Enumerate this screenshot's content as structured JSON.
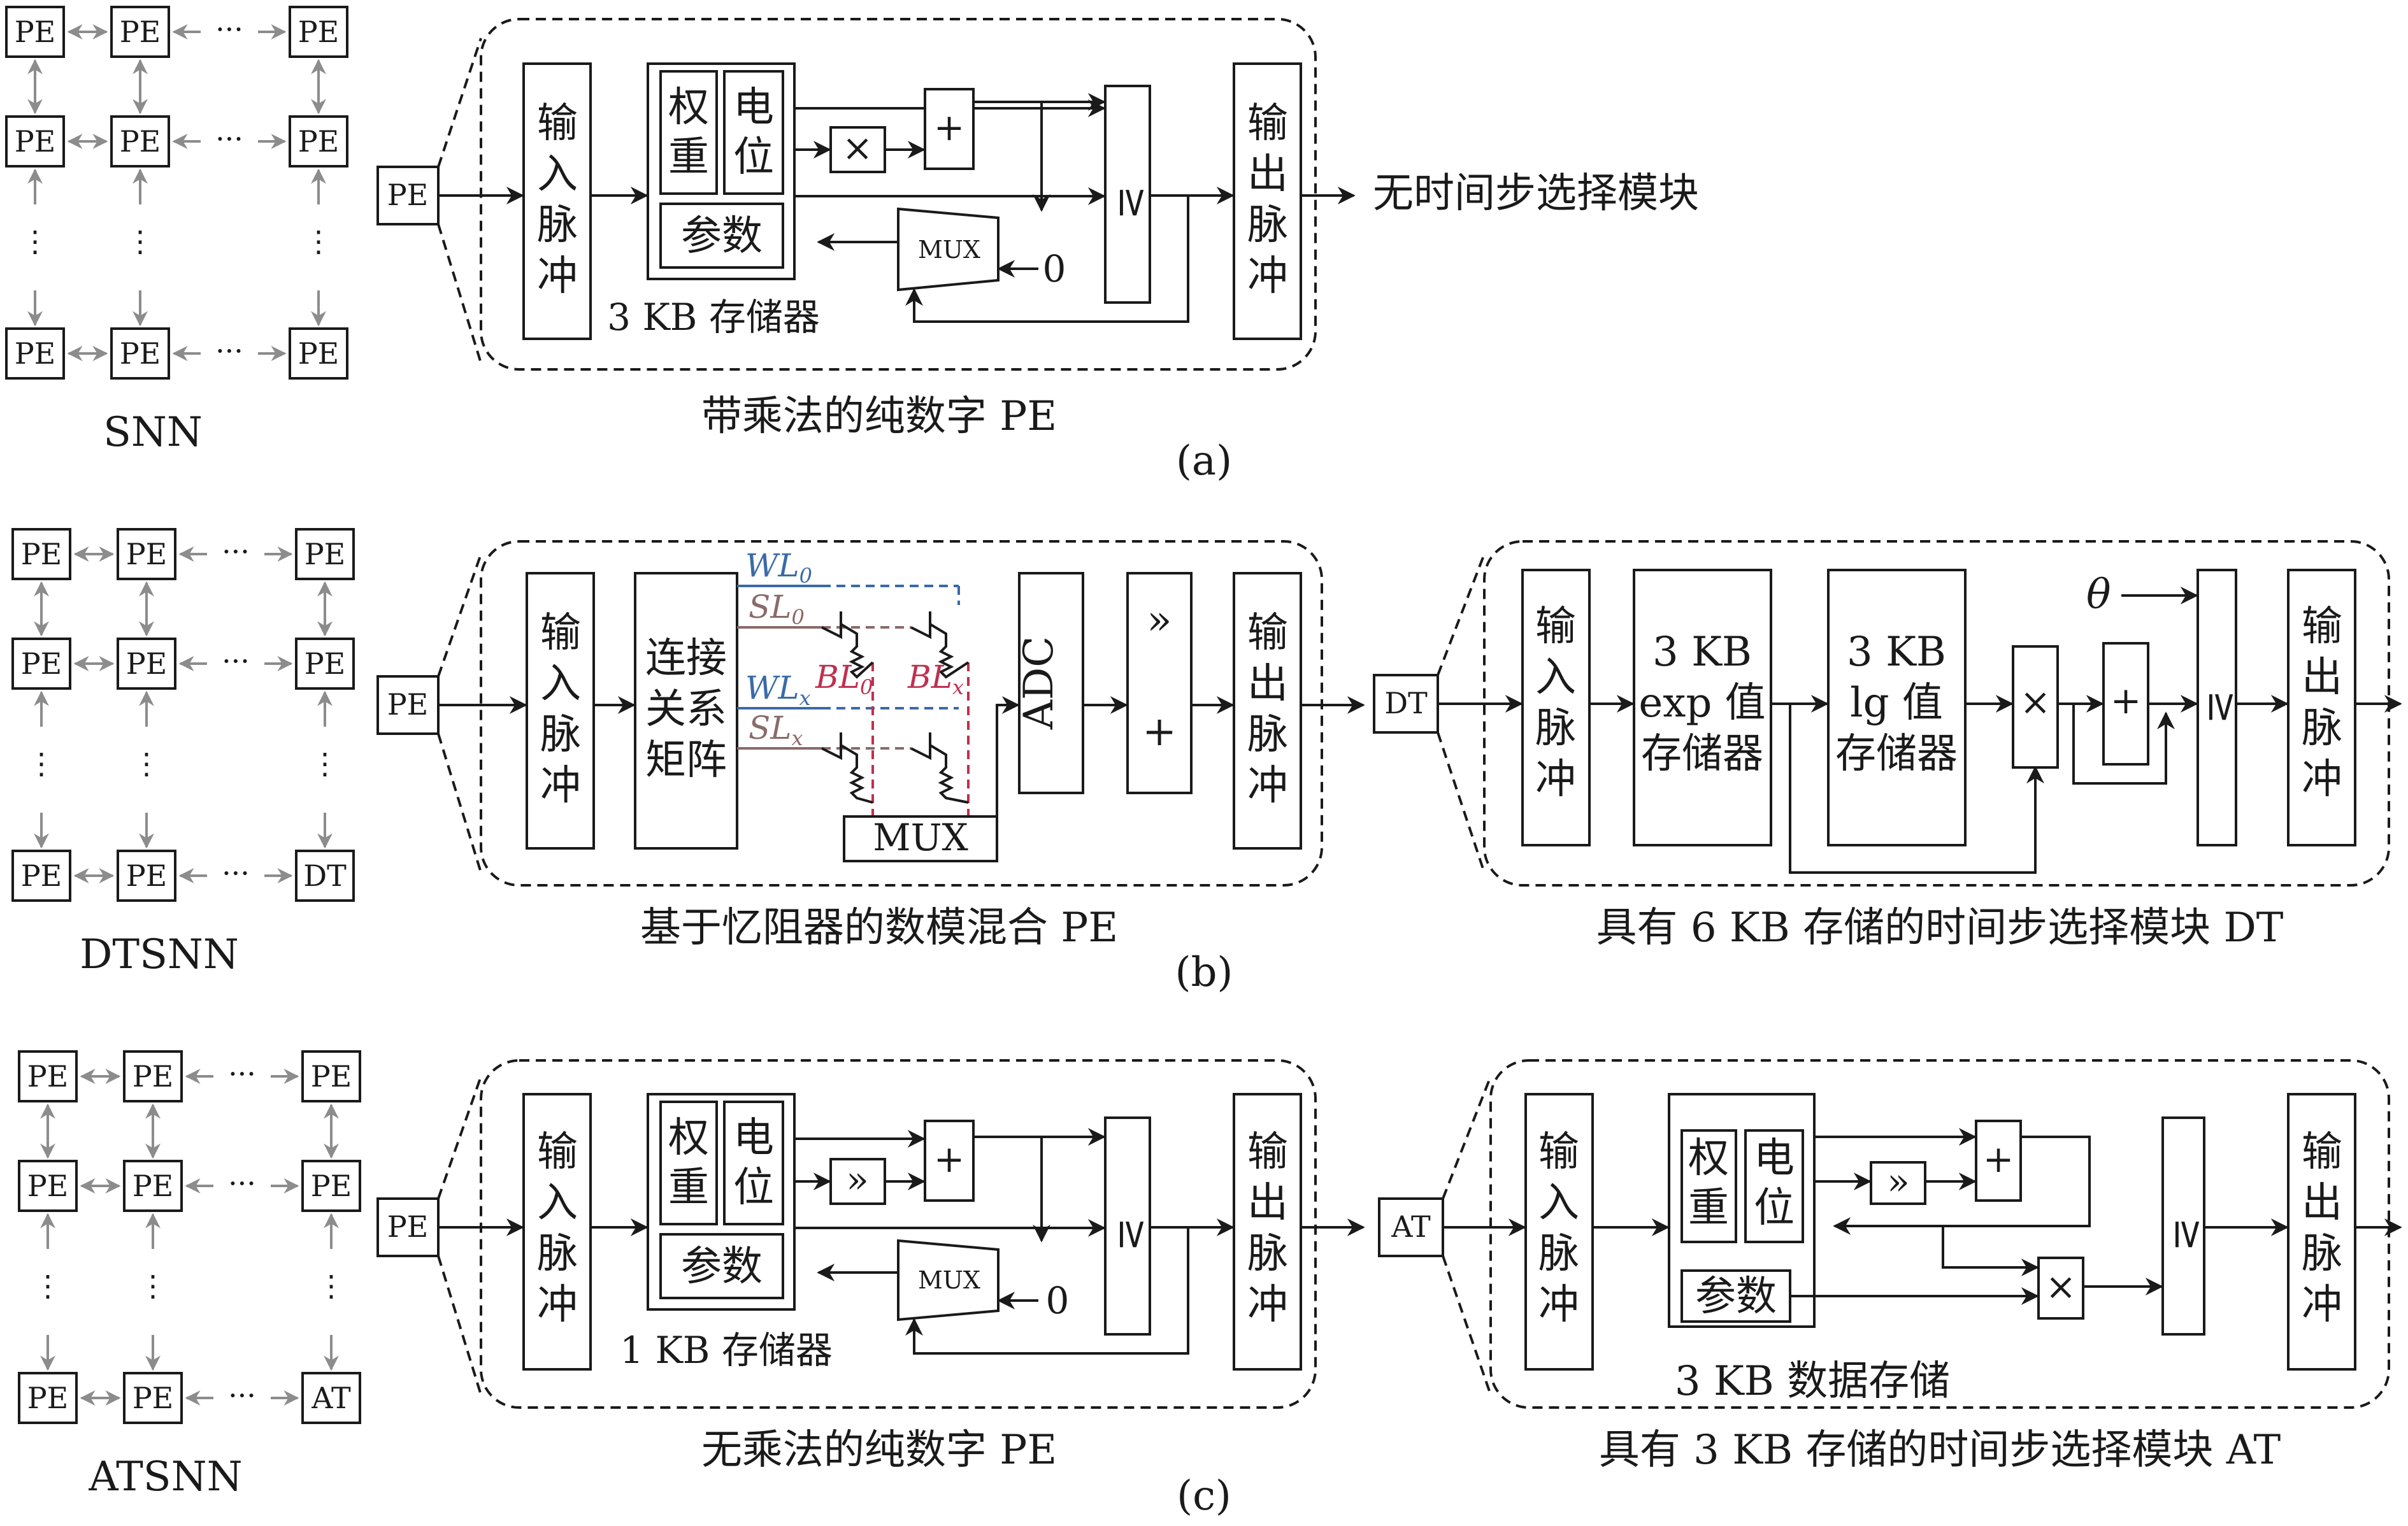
{
  "grid_labels": {
    "pe": "PE",
    "dt": "DT",
    "at": "AT",
    "ellipsis_h": "···",
    "ellipsis_v": "⋮"
  },
  "captions": {
    "snn": "SNN",
    "dtsnn": "DTSNN",
    "atsnn": "ATSNN",
    "a": "(a)",
    "b": "(b)",
    "c": "(c)",
    "pe_a": "带乘法的纯数字 PE",
    "pe_b": "基于忆阻器的数模混合 PE",
    "pe_c": "无乘法的纯数字 PE",
    "dt": "具有 6 KB 存储的时间步选择模块 DT",
    "at": "具有 3 KB 存储的时间步选择模块 AT",
    "no_select": "无时间步选择模块"
  },
  "blocks": {
    "input_pulse": [
      "输",
      "入",
      "脉",
      "冲"
    ],
    "output_pulse": [
      "输",
      "出",
      "脉",
      "冲"
    ],
    "weight": [
      "权",
      "重"
    ],
    "potential": [
      "电",
      "位"
    ],
    "params": "参数",
    "mux": "MUX",
    "zero": "0",
    "geq": "≥",
    "plus": "+",
    "times": "×",
    "shift": "»",
    "adc": "ADC",
    "conn": [
      "连接",
      "关系",
      "矩阵"
    ],
    "mem_3kb": "3 KB 存储器",
    "mem_1kb": "1 KB 存储器",
    "exp_mem": [
      "3 KB",
      "exp 值",
      "存储器"
    ],
    "lg_mem": [
      "3 KB",
      "lg 值",
      "存储器"
    ],
    "theta": "θ",
    "data_store": "3 KB 数据存储"
  },
  "crossbar": {
    "wl0": "WL",
    "wl0_sub": "0",
    "sl0": "SL",
    "sl0_sub": "0",
    "wlx": "WL",
    "wlx_sub": "x",
    "slx": "SL",
    "slx_sub": "x",
    "bl0": "BL",
    "bl0_sub": "0",
    "blx": "BL",
    "blx_sub": "x"
  },
  "colors": {
    "ink": "#1a1a1a",
    "grid_arrow": "#8c8c8c",
    "wordline": "#3a6aa8",
    "bitline": "#c03050",
    "sourceline": "#8a6a6a"
  }
}
